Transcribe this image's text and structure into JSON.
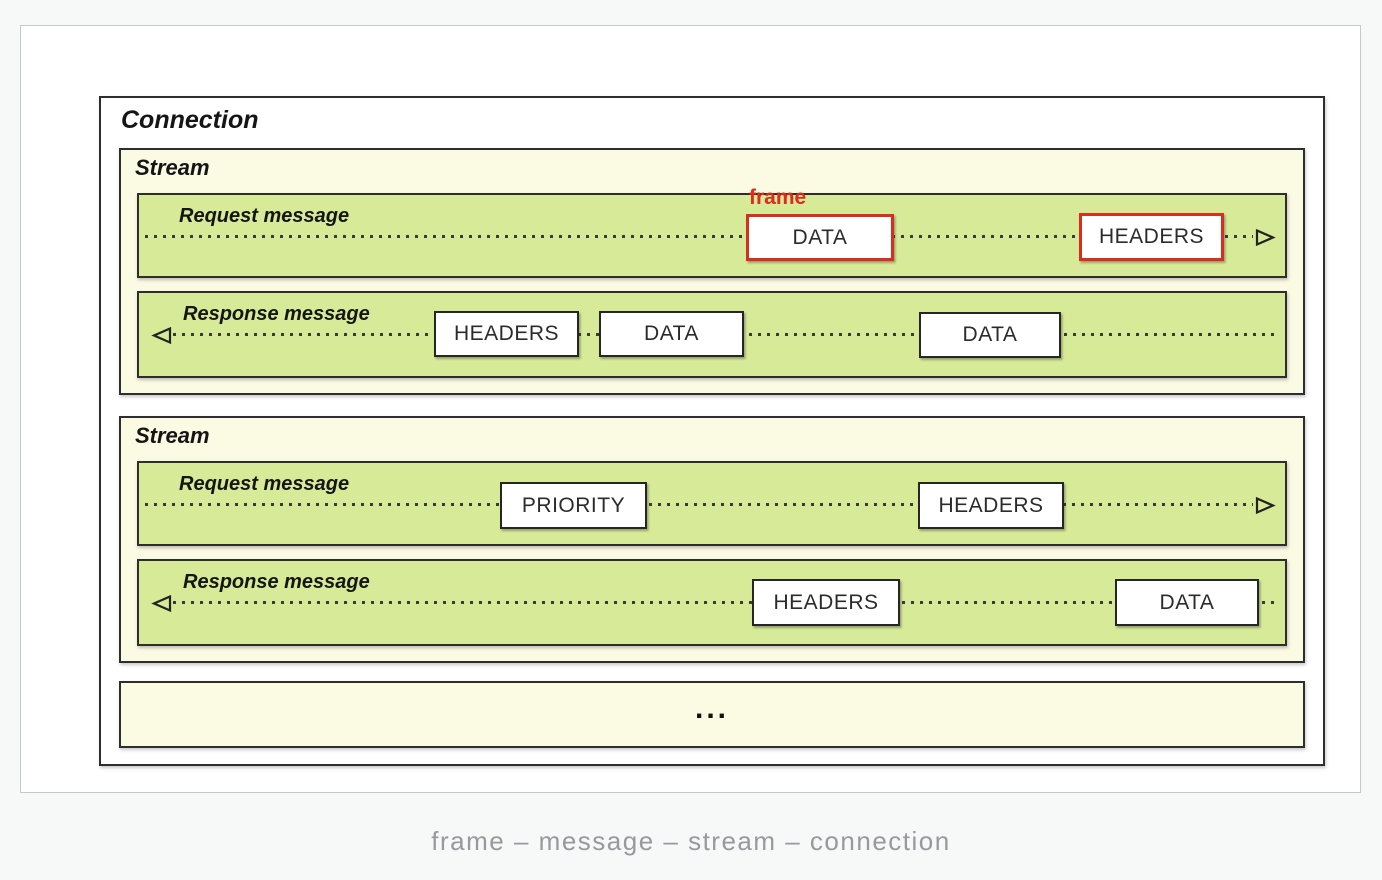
{
  "diagram": {
    "connection": {
      "label": "Connection"
    },
    "frame_callout": {
      "label": "frame"
    },
    "streams": [
      {
        "label": "Stream",
        "request": {
          "label": "Request message",
          "direction": "right",
          "frames": [
            {
              "label": "DATA",
              "highlighted": true
            },
            {
              "label": "HEADERS",
              "highlighted": true
            }
          ]
        },
        "response": {
          "label": "Response message",
          "direction": "left",
          "frames": [
            {
              "label": "HEADERS"
            },
            {
              "label": "DATA"
            },
            {
              "label": "DATA"
            }
          ]
        }
      },
      {
        "label": "Stream",
        "request": {
          "label": "Request message",
          "direction": "right",
          "frames": [
            {
              "label": "PRIORITY"
            },
            {
              "label": "HEADERS"
            }
          ]
        },
        "response": {
          "label": "Response message",
          "direction": "left",
          "frames": [
            {
              "label": "HEADERS"
            },
            {
              "label": "DATA"
            }
          ]
        }
      }
    ],
    "more_streams_placeholder": "...",
    "colors": {
      "stream_background": "#fbfae3",
      "message_background": "#d7ea98",
      "box_border": "#2e2e2e",
      "frame_highlight": "#dc2c1e",
      "caption_text": "#98999d"
    }
  },
  "caption": "frame – message – stream – connection"
}
